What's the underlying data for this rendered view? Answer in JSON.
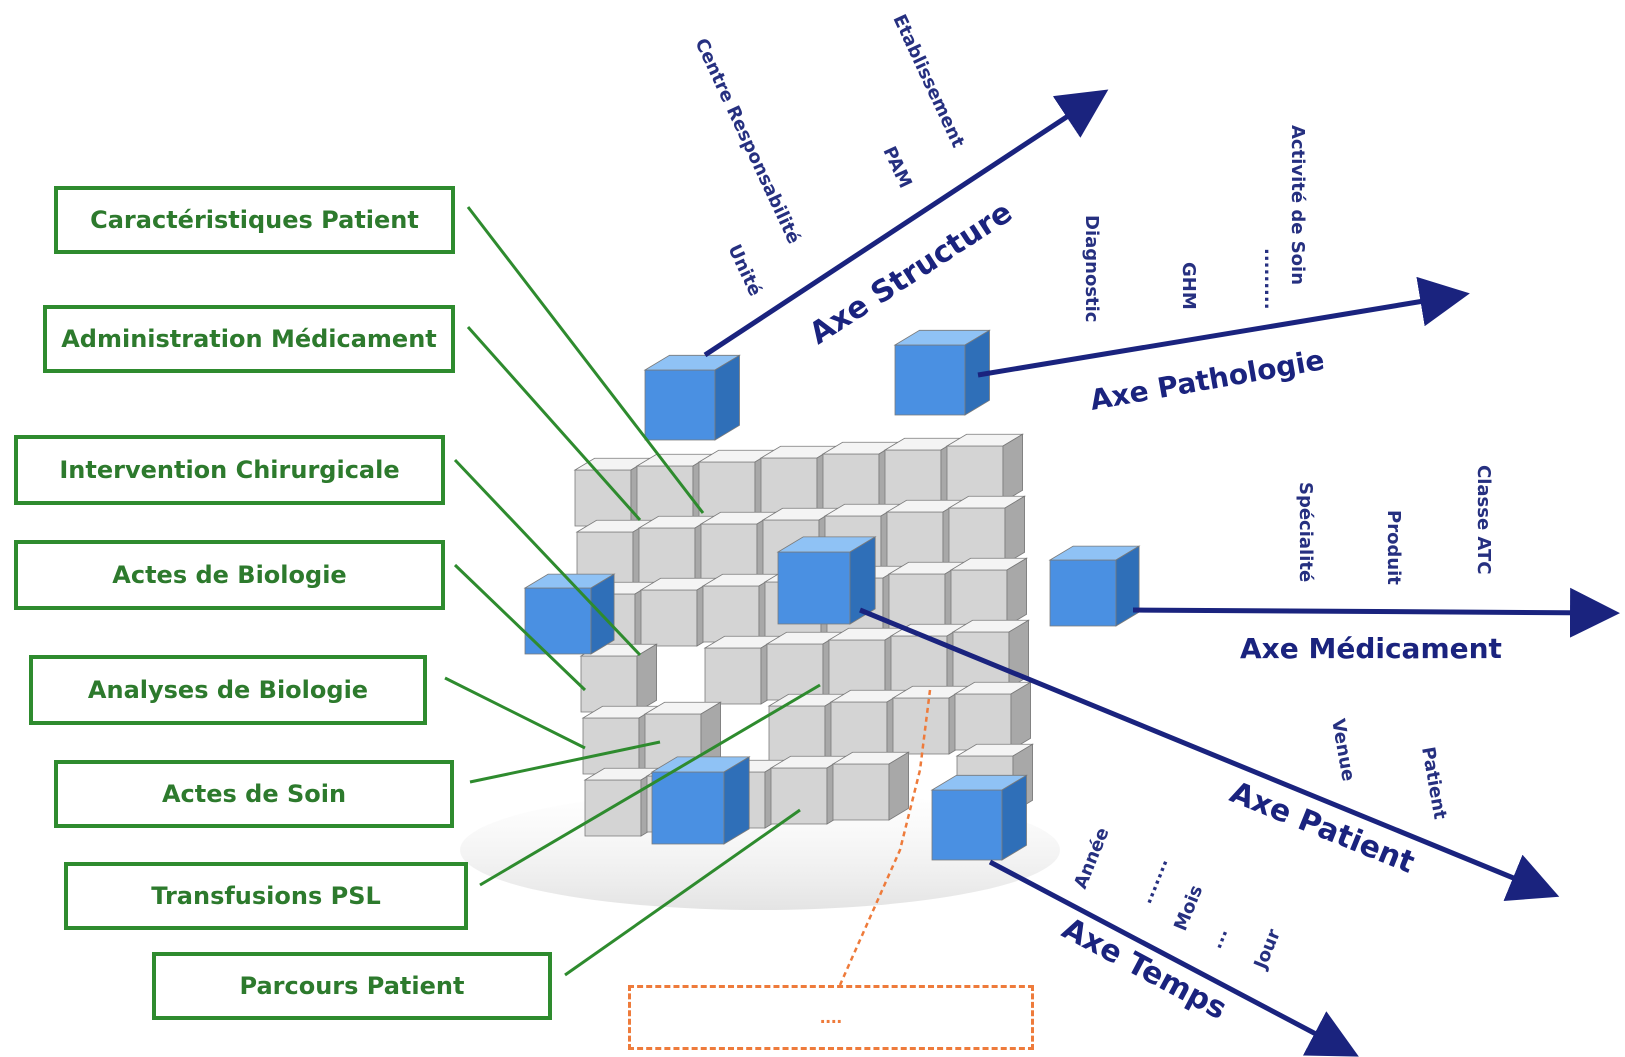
{
  "facts": [
    "Caractéristiques  Patient",
    "Administration  Médicament",
    "Intervention Chirurgicale",
    "Actes  de Biologie",
    "Analyses   de Biologie",
    "Actes  de Soin",
    "Transfusions PSL",
    "Parcours  Patient"
  ],
  "extra_fact": "....",
  "axes": {
    "structure": {
      "title": "Axe Structure",
      "members": [
        "Unité",
        "Centre Responsabilité",
        "PAM",
        "Etablissement"
      ]
    },
    "pathologie": {
      "title": "Axe Pathologie",
      "members": [
        "Diagnostic",
        "GHM",
        ".........",
        "Activité de Soin"
      ]
    },
    "medicament": {
      "title": "Axe Médicament",
      "members": [
        "Spécialité",
        "Produit",
        "Classe ATC"
      ]
    },
    "patient": {
      "title": "Axe Patient",
      "members": [
        "Venue",
        "Patient"
      ]
    },
    "temps": {
      "title": "Axe Temps",
      "members": [
        "Année",
        ".......",
        "Mois",
        "...",
        "Jour"
      ]
    }
  },
  "colors": {
    "fact_border": "#2e8b2e",
    "fact_text": "#2d7a2d",
    "axis": "#1a237e",
    "cube_blue": "#4a90e2",
    "cube_grey": "#d9d9d9",
    "extra": "#ee7b3b"
  }
}
